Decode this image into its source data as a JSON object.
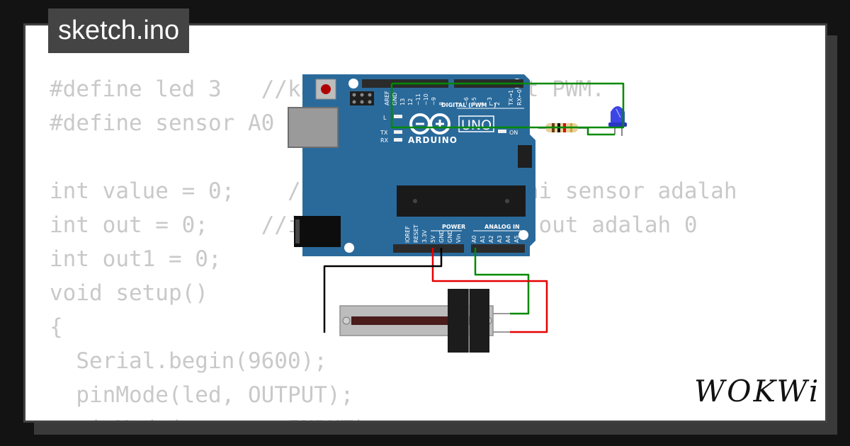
{
  "tab": {
    "filename": "sketch.ino"
  },
  "code_lines": [
    "#define led 3   //kaki led ke pin out PWM.",
    "#define sensor A0",
    "",
    "int value = 0;    //inisialisasi nilai sensor adalah",
    "int out = 0;    //inisialisasi nilai out adalah 0",
    "int out1 = 0;",
    "void setup()",
    "{",
    "  Serial.begin(9600);",
    "  pinMode(led, OUTPUT);",
    "  pinMode(sensor, INPUT);"
  ],
  "board": {
    "brand": "ARDUINO",
    "model": "UNO",
    "labels": {
      "aref": "AREF",
      "gnd": "GND",
      "p13": "13",
      "p12": "12",
      "p11": "~11",
      "p10": "~10",
      "p9": "~9",
      "p8": "8",
      "p7": "7",
      "p6": "~6",
      "p5": "~5",
      "p4": "4",
      "p3": "~3",
      "p2": "2",
      "tx1": "TX→1",
      "rx0": "RX←0",
      "digital": "DIGITAL (PWM ~)",
      "l": "L",
      "tx": "TX",
      "rx": "RX",
      "on": "ON",
      "ioref": "IOREF",
      "reset": "RESET",
      "v33": "3.3V",
      "v5": "5V",
      "gnd1": "GND",
      "gnd2": "GND",
      "vin": "Vin",
      "power": "POWER",
      "analog_in": "ANALOG IN",
      "a0": "A0",
      "a1": "A1",
      "a2": "A2",
      "a3": "A3",
      "a4": "A4",
      "a5": "A5"
    }
  },
  "logo": {
    "text": "WOKWi"
  },
  "colors": {
    "background": "#131313",
    "panel": "#ffffff",
    "code_text": "#c9c9c9",
    "tab_bg": "#444444",
    "board": "#2a6a9b",
    "wire_green": "#008a00",
    "wire_red": "#e60000",
    "wire_black": "#000000",
    "led": "#3c46e6"
  },
  "icons": [
    "reset-button-icon",
    "usb-port-icon",
    "power-jack-icon",
    "led-icon",
    "resistor-icon",
    "slide-potentiometer-icon"
  ]
}
